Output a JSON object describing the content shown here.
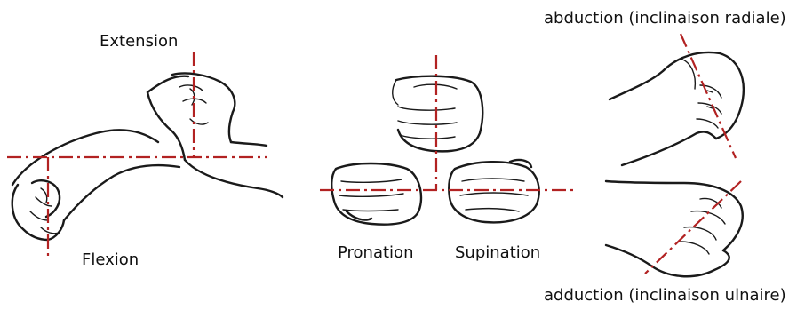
{
  "labels": {
    "extension": "Extension",
    "flexion": "Flexion",
    "pronation": "Pronation",
    "supination": "Supination",
    "abduction": "abduction (inclinaison radiale)",
    "adduction": "adduction (inclinaison ulnaire)"
  },
  "colors": {
    "axis": "#b22222",
    "ink": "#1a1a1a",
    "text": "#111111",
    "background": "#ffffff"
  }
}
